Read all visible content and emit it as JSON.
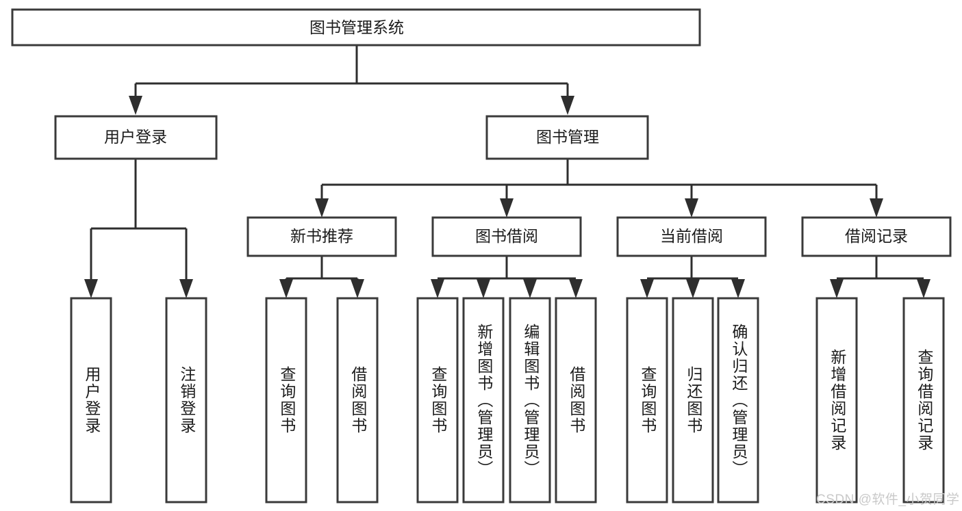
{
  "diagram": {
    "type": "tree",
    "title": "图书管理系统",
    "orientation": "top-down",
    "style": {
      "box_fill": "#ffffff",
      "box_stroke": "#3a3a3a",
      "connector_color": "#2e2e2e",
      "text_color": "#1b1b1b",
      "background": "#ffffff"
    },
    "root": {
      "label": "图书管理系统"
    },
    "level1": [
      {
        "label": "用户登录"
      },
      {
        "label": "图书管理"
      }
    ],
    "level2": [
      {
        "label": "新书推荐"
      },
      {
        "label": "图书借阅"
      },
      {
        "label": "当前借阅"
      },
      {
        "label": "借阅记录"
      }
    ],
    "leaves": {
      "user_login": [
        {
          "label": "用户登录"
        },
        {
          "label": "注销登录"
        }
      ],
      "new_book_recommend": [
        {
          "label": "查询图书"
        },
        {
          "label": "借阅图书"
        }
      ],
      "book_borrow": [
        {
          "label": "查询图书"
        },
        {
          "label": "新增图书（管理员）"
        },
        {
          "label": "编辑图书（管理员）"
        },
        {
          "label": "借阅图书"
        }
      ],
      "current_borrow": [
        {
          "label": "查询图书"
        },
        {
          "label": "归还图书"
        },
        {
          "label": "确认归还（管理员）"
        }
      ],
      "borrow_record": [
        {
          "label": "新增借阅记录"
        },
        {
          "label": "查询借阅记录"
        }
      ]
    }
  },
  "watermark": {
    "text": "CSDN @软件_小贺同学"
  }
}
